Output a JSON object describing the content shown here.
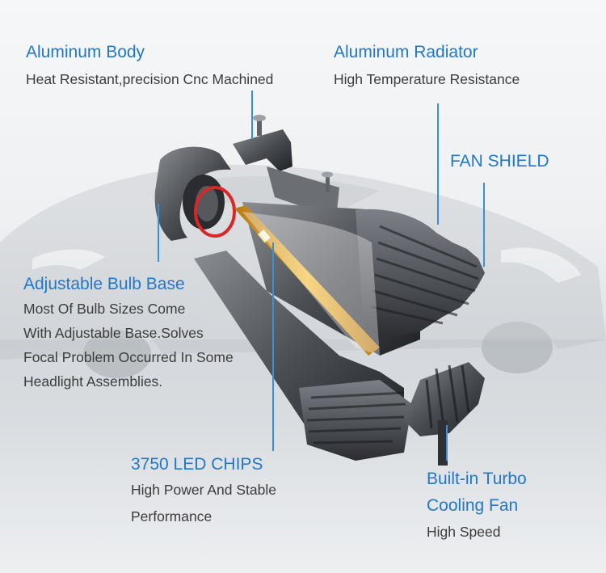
{
  "callouts": {
    "aluminum_body": {
      "title": "Aluminum Body",
      "desc": "Heat Resistant,precision Cnc Machined"
    },
    "aluminum_radiator": {
      "title": "Aluminum Radiator",
      "desc": "High Temperature Resistance"
    },
    "fan_shield": {
      "title": "FAN SHIELD"
    },
    "adjustable_base": {
      "title": "Adjustable Bulb Base",
      "lines": [
        "Most Of Bulb Sizes Come",
        "With Adjustable Base.Solves",
        "Focal Problem Occurred In Some",
        "Headlight Assemblies."
      ]
    },
    "led_chips": {
      "title": "3750 LED CHIPS",
      "lines": [
        "High Power And Stable",
        "Performance"
      ]
    },
    "turbo_fan": {
      "title_lines": [
        "Built-in Turbo",
        "Cooling Fan"
      ],
      "desc": "High Speed"
    }
  },
  "colors": {
    "accent": "#2277c8",
    "text": "#3c3c3c",
    "leader": "#3a8fd9"
  }
}
